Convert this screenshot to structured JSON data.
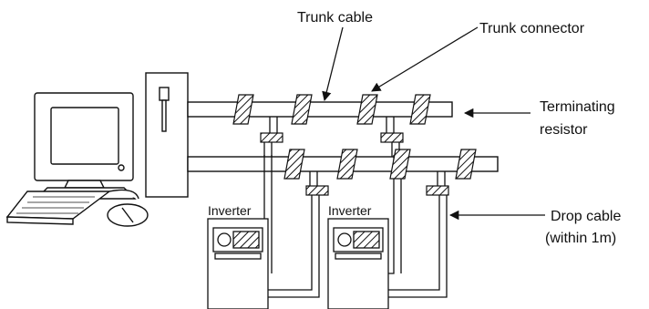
{
  "labels": {
    "trunk_cable": "Trunk cable",
    "trunk_connector": "Trunk connector",
    "terminating_line1": "Terminating",
    "terminating_line2": "resistor",
    "inverter_left": "Inverter",
    "inverter_right": "Inverter",
    "drop_cable_line1": "Drop cable",
    "drop_cable_line2": "(within 1m)"
  },
  "icons": [
    "personal-computer-icon",
    "inverter-icon",
    "connector-icon",
    "terminating-resistor-icon"
  ],
  "colors": {
    "stroke": "#111111",
    "background": "#ffffff"
  }
}
